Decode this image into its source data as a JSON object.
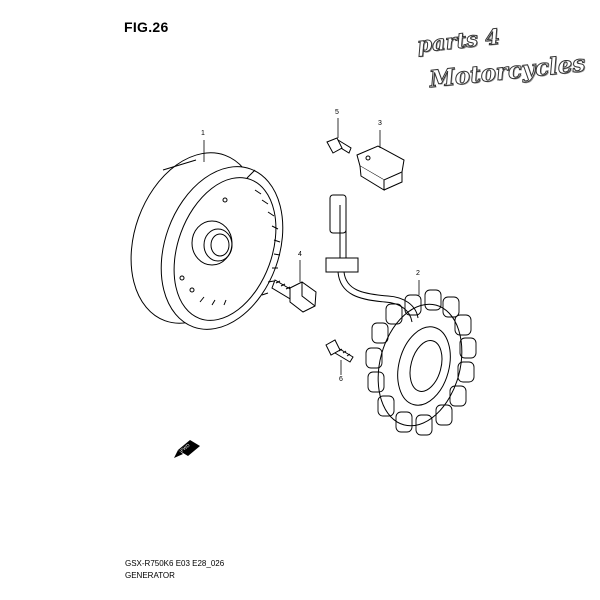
{
  "figure": {
    "title": "FIG.26"
  },
  "logo": {
    "line1": "parts 4",
    "line2": "Motorcycles"
  },
  "callouts": {
    "c1": "1",
    "c2": "2",
    "c3": "3",
    "c4": "4",
    "c5": "5",
    "c6": "6"
  },
  "fwd_arrow": {
    "label": "FWD"
  },
  "caption": {
    "model_code": "GSX-R750K6 E03 E28_026",
    "name": "GENERATOR"
  }
}
